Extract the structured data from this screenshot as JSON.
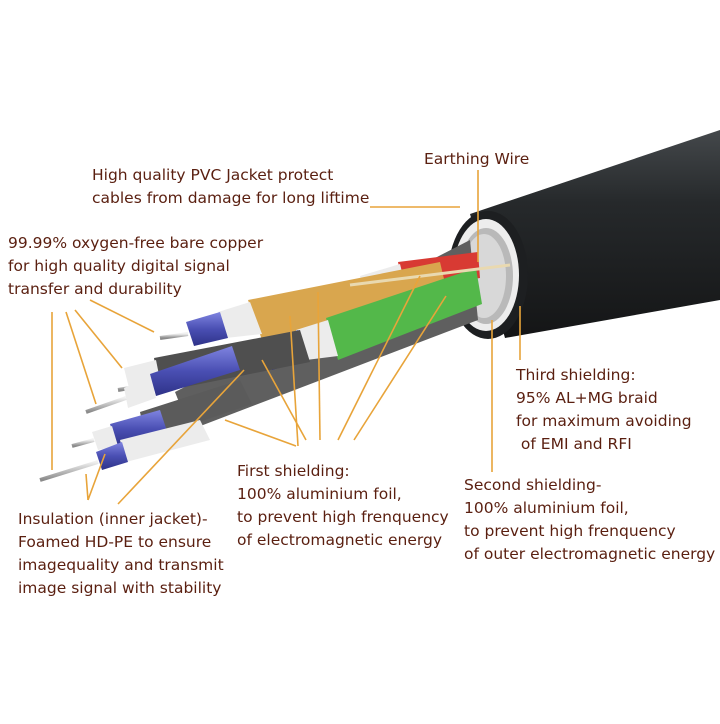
{
  "callouts": {
    "pvc_jacket": "High quality PVC Jacket protect\ncables from damage for long liftime",
    "earthing_wire": "Earthing Wire",
    "copper": "99.99% oxygen-free bare copper\nfor high quality digital signal\ntransfer and durability",
    "third_shielding": "Third shielding:\n95% AL+MG braid\nfor maximum avoiding\n of EMI and RFI",
    "first_shielding": "First shielding:\n100% aluminium foil,\nto prevent high frenquency\nof electromagnetic energy",
    "second_shielding": "Second shielding-\n100% aluminium foil,\nto prevent high frenquency\nof outer electromagnetic energy",
    "insulation": "Insulation (inner jacket)-\nFoamed HD-PE to ensure\nimagequality and transmit\nimage signal with stability"
  },
  "colors": {
    "leader": "#e8a43a",
    "text": "#5a1f10",
    "jacket": "#232628",
    "pair_red": "#d83a33",
    "pair_gold": "#d9a64e",
    "pair_green": "#53b84a",
    "pair_gray": "#6c6c6c",
    "insulation_blue": "#4a4fb3"
  }
}
